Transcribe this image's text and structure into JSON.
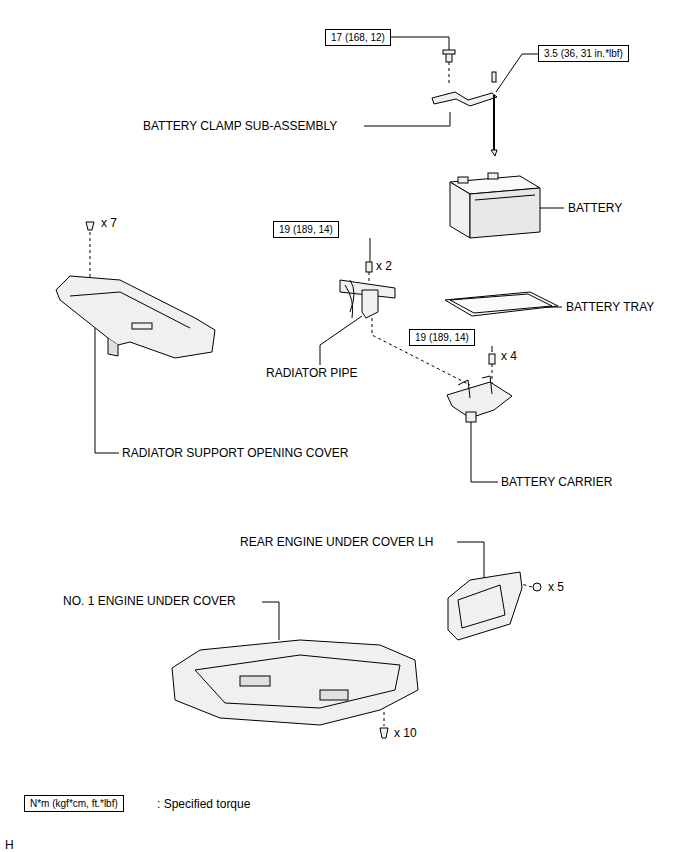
{
  "diagram": {
    "nodes": [
      {
        "text": [
          "17 (168, 12)"
        ]
      },
      {
        "text": [
          "3.5 (36, 31 in.*lbf)"
        ]
      },
      {
        "text": [
          "19 (189, 14)"
        ]
      },
      {
        "text": [
          "19 (189, 14)"
        ]
      },
      {
        "text": [
          "N*m (kgf*cm, ft.*lbf)"
        ]
      }
    ],
    "edges": [],
    "labels": [
      "BATTERY CLAMP SUB-ASSEMBLY",
      "BATTERY",
      "x 7",
      "x 2",
      "BATTERY TRAY",
      "x 4",
      "RADIATOR PIPE",
      "RADIATOR SUPPORT OPENING COVER",
      "BATTERY CARRIER",
      "REAR ENGINE UNDER COVER LH",
      "x 5",
      "NO. 1 ENGINE UNDER COVER",
      "x 10",
      ": Specified torque",
      "H"
    ]
  }
}
